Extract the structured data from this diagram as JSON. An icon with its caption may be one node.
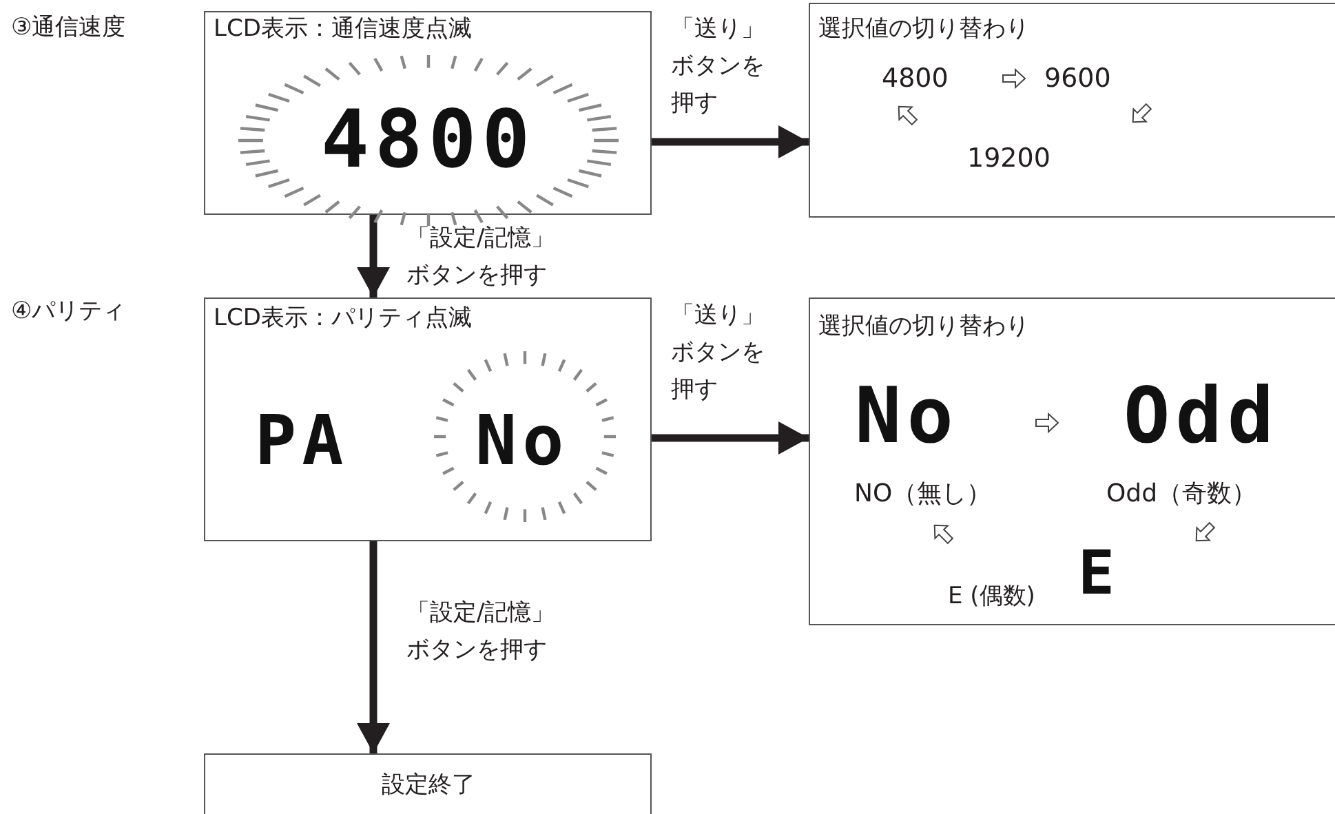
{
  "diagram": {
    "nodes": [
      {
        "text": [
          "LCD表示：通信速度点滅",
          "4800"
        ]
      },
      {
        "text": [
          "選択値の切り替わり",
          "4800",
          "9600",
          "19200"
        ]
      },
      {
        "text": [
          "LCD表示：パリティ点滅",
          "PA",
          "No"
        ]
      },
      {
        "text": [
          "選択値の切り替わり",
          "No",
          "Odd",
          "NO（無し）",
          "Odd（奇数）",
          "E",
          "E (偶数)"
        ]
      },
      {
        "text": [
          "設定終了"
        ]
      }
    ],
    "edges": [
      {
        "from": 0,
        "to": 1,
        "arrow": "to",
        "label": "「送り」ボタンを押す"
      },
      {
        "from": 0,
        "to": 2,
        "arrow": "to",
        "label": "「設定/記憶」ボタンを押す"
      },
      {
        "from": 2,
        "to": 3,
        "arrow": "to",
        "label": "「送り」ボタンを押す"
      },
      {
        "from": 2,
        "to": 4,
        "arrow": "to",
        "label": "「設定/記憶」ボタンを押す"
      }
    ],
    "labels": [
      "③通信速度",
      "④パリティ"
    ]
  }
}
